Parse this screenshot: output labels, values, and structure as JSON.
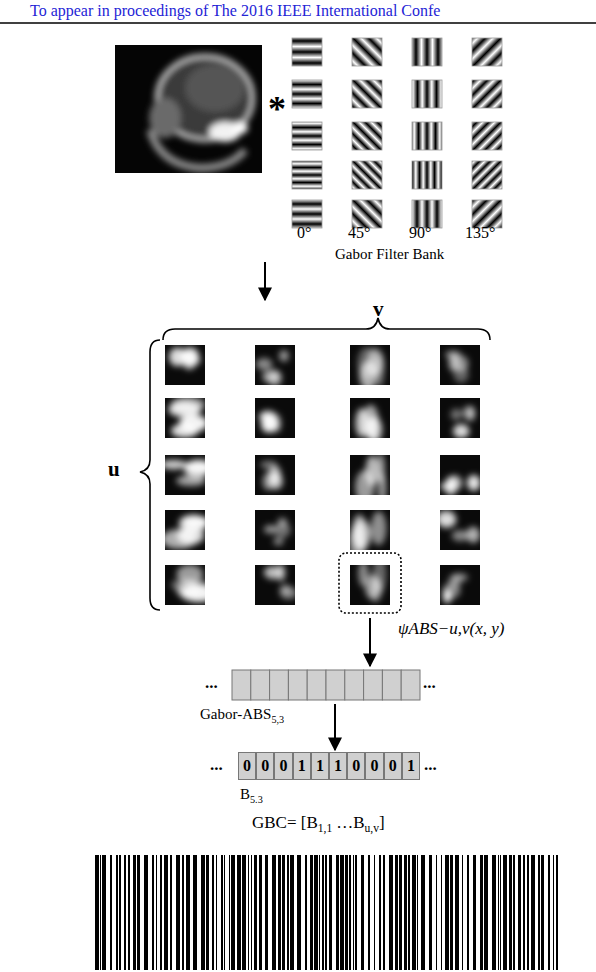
{
  "diagram": {
    "nodes": [
      {
        "text": [
          "Gabor Filter Bank"
        ]
      },
      {
        "text": [
          "v",
          "u"
        ]
      },
      {
        "text": [
          "Gabor-ABS",
          "5,3"
        ]
      },
      {
        "text": [
          "0",
          "0",
          "0",
          "1",
          "1",
          "1",
          "0",
          "0",
          "0",
          "1",
          "B",
          "5.3"
        ]
      }
    ],
    "edges": [
      {
        "from": 0,
        "to": 1,
        "arrow": "to"
      },
      {
        "from": 1,
        "to": 2,
        "arrow": "to",
        "label": "ψABS−u,v(x, y)"
      },
      {
        "from": 2,
        "to": 3,
        "arrow": "to"
      }
    ],
    "labels": [
      "To appear in proceedings of The 2016 IEEE International Confe",
      "*",
      "0°",
      "45°",
      "90°",
      "135°",
      "...",
      "...",
      "...",
      "...",
      "GBC= [B",
      "1,1",
      "…B",
      "u,v",
      "]"
    ]
  }
}
